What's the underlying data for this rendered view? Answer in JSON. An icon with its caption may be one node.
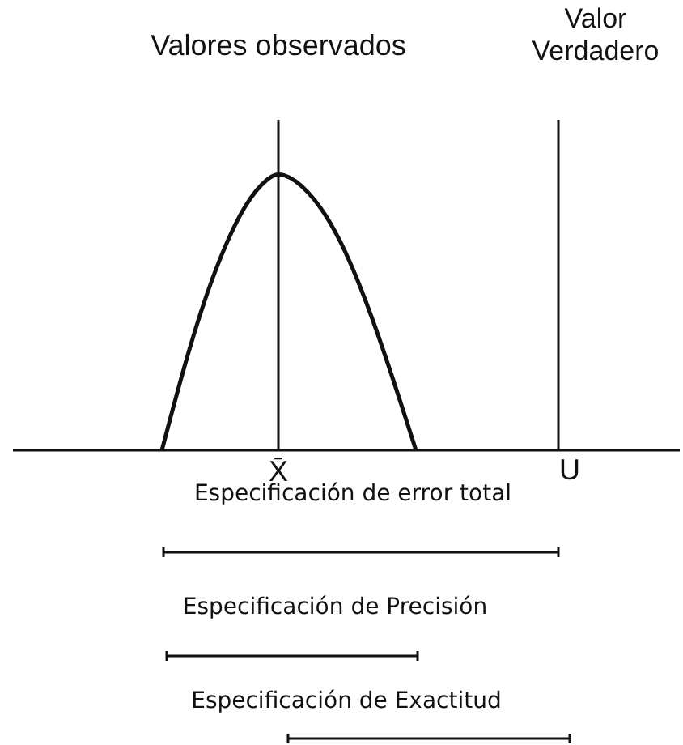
{
  "diagram": {
    "labels": [
      "Valores observados",
      "Valor Verdadero",
      "X̄",
      "U",
      "Especificación de error total",
      "Especificación de Precisión",
      "Especificación de Exactitud"
    ]
  }
}
